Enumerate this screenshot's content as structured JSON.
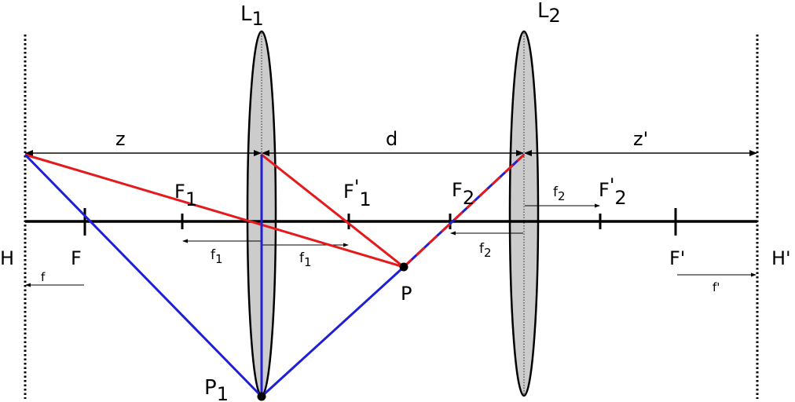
{
  "labels": {
    "lens1": "L",
    "lens1_sub": "1",
    "lens2": "L",
    "lens2_sub": "2",
    "z": "z",
    "d": "d",
    "zp": "z'",
    "H": "H",
    "Hp": "H'",
    "F": "F",
    "Fp": "F'",
    "F1": "F",
    "F1_sub": "1",
    "F1p": "F",
    "F1p_sup": "'",
    "F1p_sub": "1",
    "F2": "F",
    "F2_sub": "2",
    "F2p": "F",
    "F2p_sup": "'",
    "F2p_sub": "2",
    "P": "P",
    "P1": "P",
    "P1_sub": "1",
    "f": "f",
    "fp": "f'",
    "f1a": "f",
    "f1a_sub": "1",
    "f1b": "f",
    "f1b_sub": "1",
    "f2a": "f",
    "f2a_sub": "2",
    "f2b": "f",
    "f2b_sub": "2"
  },
  "colors": {
    "ray_red": "#e41a1c",
    "ray_blue": "#1f1fd6",
    "lens_fill": "#cccccc",
    "axis": "#000000"
  }
}
